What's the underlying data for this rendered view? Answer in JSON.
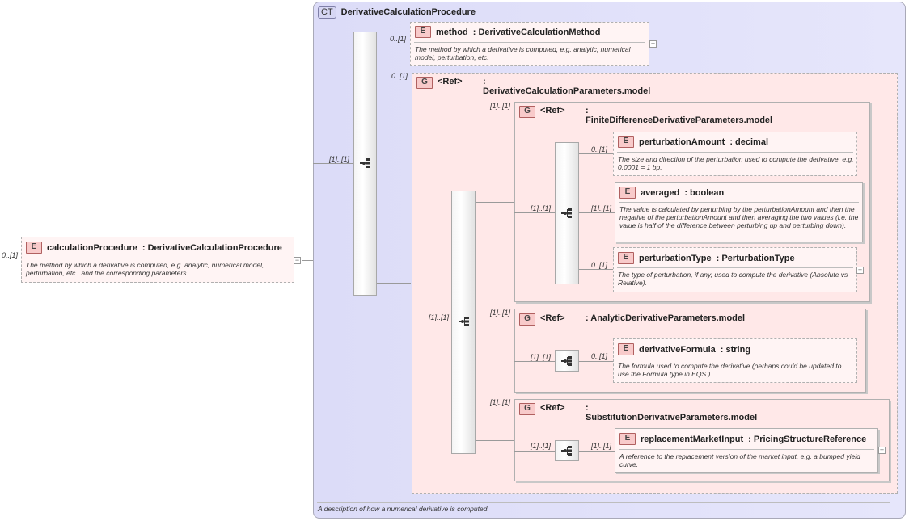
{
  "complex_type": {
    "badge": "CT",
    "name": "DerivativeCalculationProcedure",
    "description": "A description of how a numerical derivative is computed."
  },
  "root_element": {
    "badge": "E",
    "cardinality": "0..[1]",
    "name": "calculationProcedure",
    "type": ": DerivativeCalculationProcedure",
    "description": "The method by which a derivative is computed, e.g. analytic, numerical model, perturbation, etc., and the corresponding parameters",
    "collapse_symbol": "−"
  },
  "sequence_cardinality": "[1]..[1]",
  "method": {
    "badge": "E",
    "cardinality": "0..[1]",
    "name": "method",
    "type": ": DerivativeCalculationMethod",
    "description": "The method by which a derivative is computed, e.g. analytic, numerical model, perturbation, etc.",
    "expand_symbol": "+"
  },
  "params_group": {
    "badge": "G",
    "cardinality": "0..[1]",
    "ref": "<Ref>",
    "name": ": DerivativeCalculationParameters.model",
    "choice_cardinality": "[1]..[1]"
  },
  "finite_diff": {
    "badge": "G",
    "cardinality": "[1]..[1]",
    "ref": "<Ref>",
    "name": ": FiniteDifferenceDerivativeParameters.model",
    "seq_cardinality": "[1]..[1]",
    "perturbation_amount": {
      "badge": "E",
      "cardinality": "0..[1]",
      "name": "perturbationAmount",
      "type": ": decimal",
      "description": "The size and direction of the perturbation used to compute the derivative, e.g. 0.0001 = 1 bp."
    },
    "averaged": {
      "badge": "E",
      "cardinality": "[1]..[1]",
      "name": "averaged",
      "type": ": boolean",
      "description": "The value is calculated by perturbing by the perturbationAmount and then the negative of the perturbationAmount and then averaging the two values (i.e. the value is half of the difference between perturbing up and perturbing down)."
    },
    "perturbation_type": {
      "badge": "E",
      "cardinality": "0..[1]",
      "name": "perturbationType",
      "type": ": PerturbationType",
      "description": "The type of perturbation, if any, used to compute the derivative (Absolute vs Relative).",
      "expand_symbol": "+"
    }
  },
  "analytic": {
    "badge": "G",
    "cardinality": "[1]..[1]",
    "ref": "<Ref>",
    "name": ": AnalyticDerivativeParameters.model",
    "seq_cardinality": "[1]..[1]",
    "derivative_formula": {
      "badge": "E",
      "cardinality": "0..[1]",
      "name": "derivativeFormula",
      "type": ": string",
      "description": "The formula used to compute the derivative (perhaps could be updated to use the Formula type in EQS.)."
    }
  },
  "substitution": {
    "badge": "G",
    "cardinality": "[1]..[1]",
    "ref": "<Ref>",
    "name": ": SubstitutionDerivativeParameters.model",
    "seq_cardinality": "[1]..[1]",
    "replacement": {
      "badge": "E",
      "cardinality": "[1]..[1]",
      "name": "replacementMarketInput",
      "type": ": PricingStructureReference",
      "description": "A reference to the replacement version of the market input, e.g. a bumped yield curve.",
      "expand_symbol": "+"
    }
  }
}
